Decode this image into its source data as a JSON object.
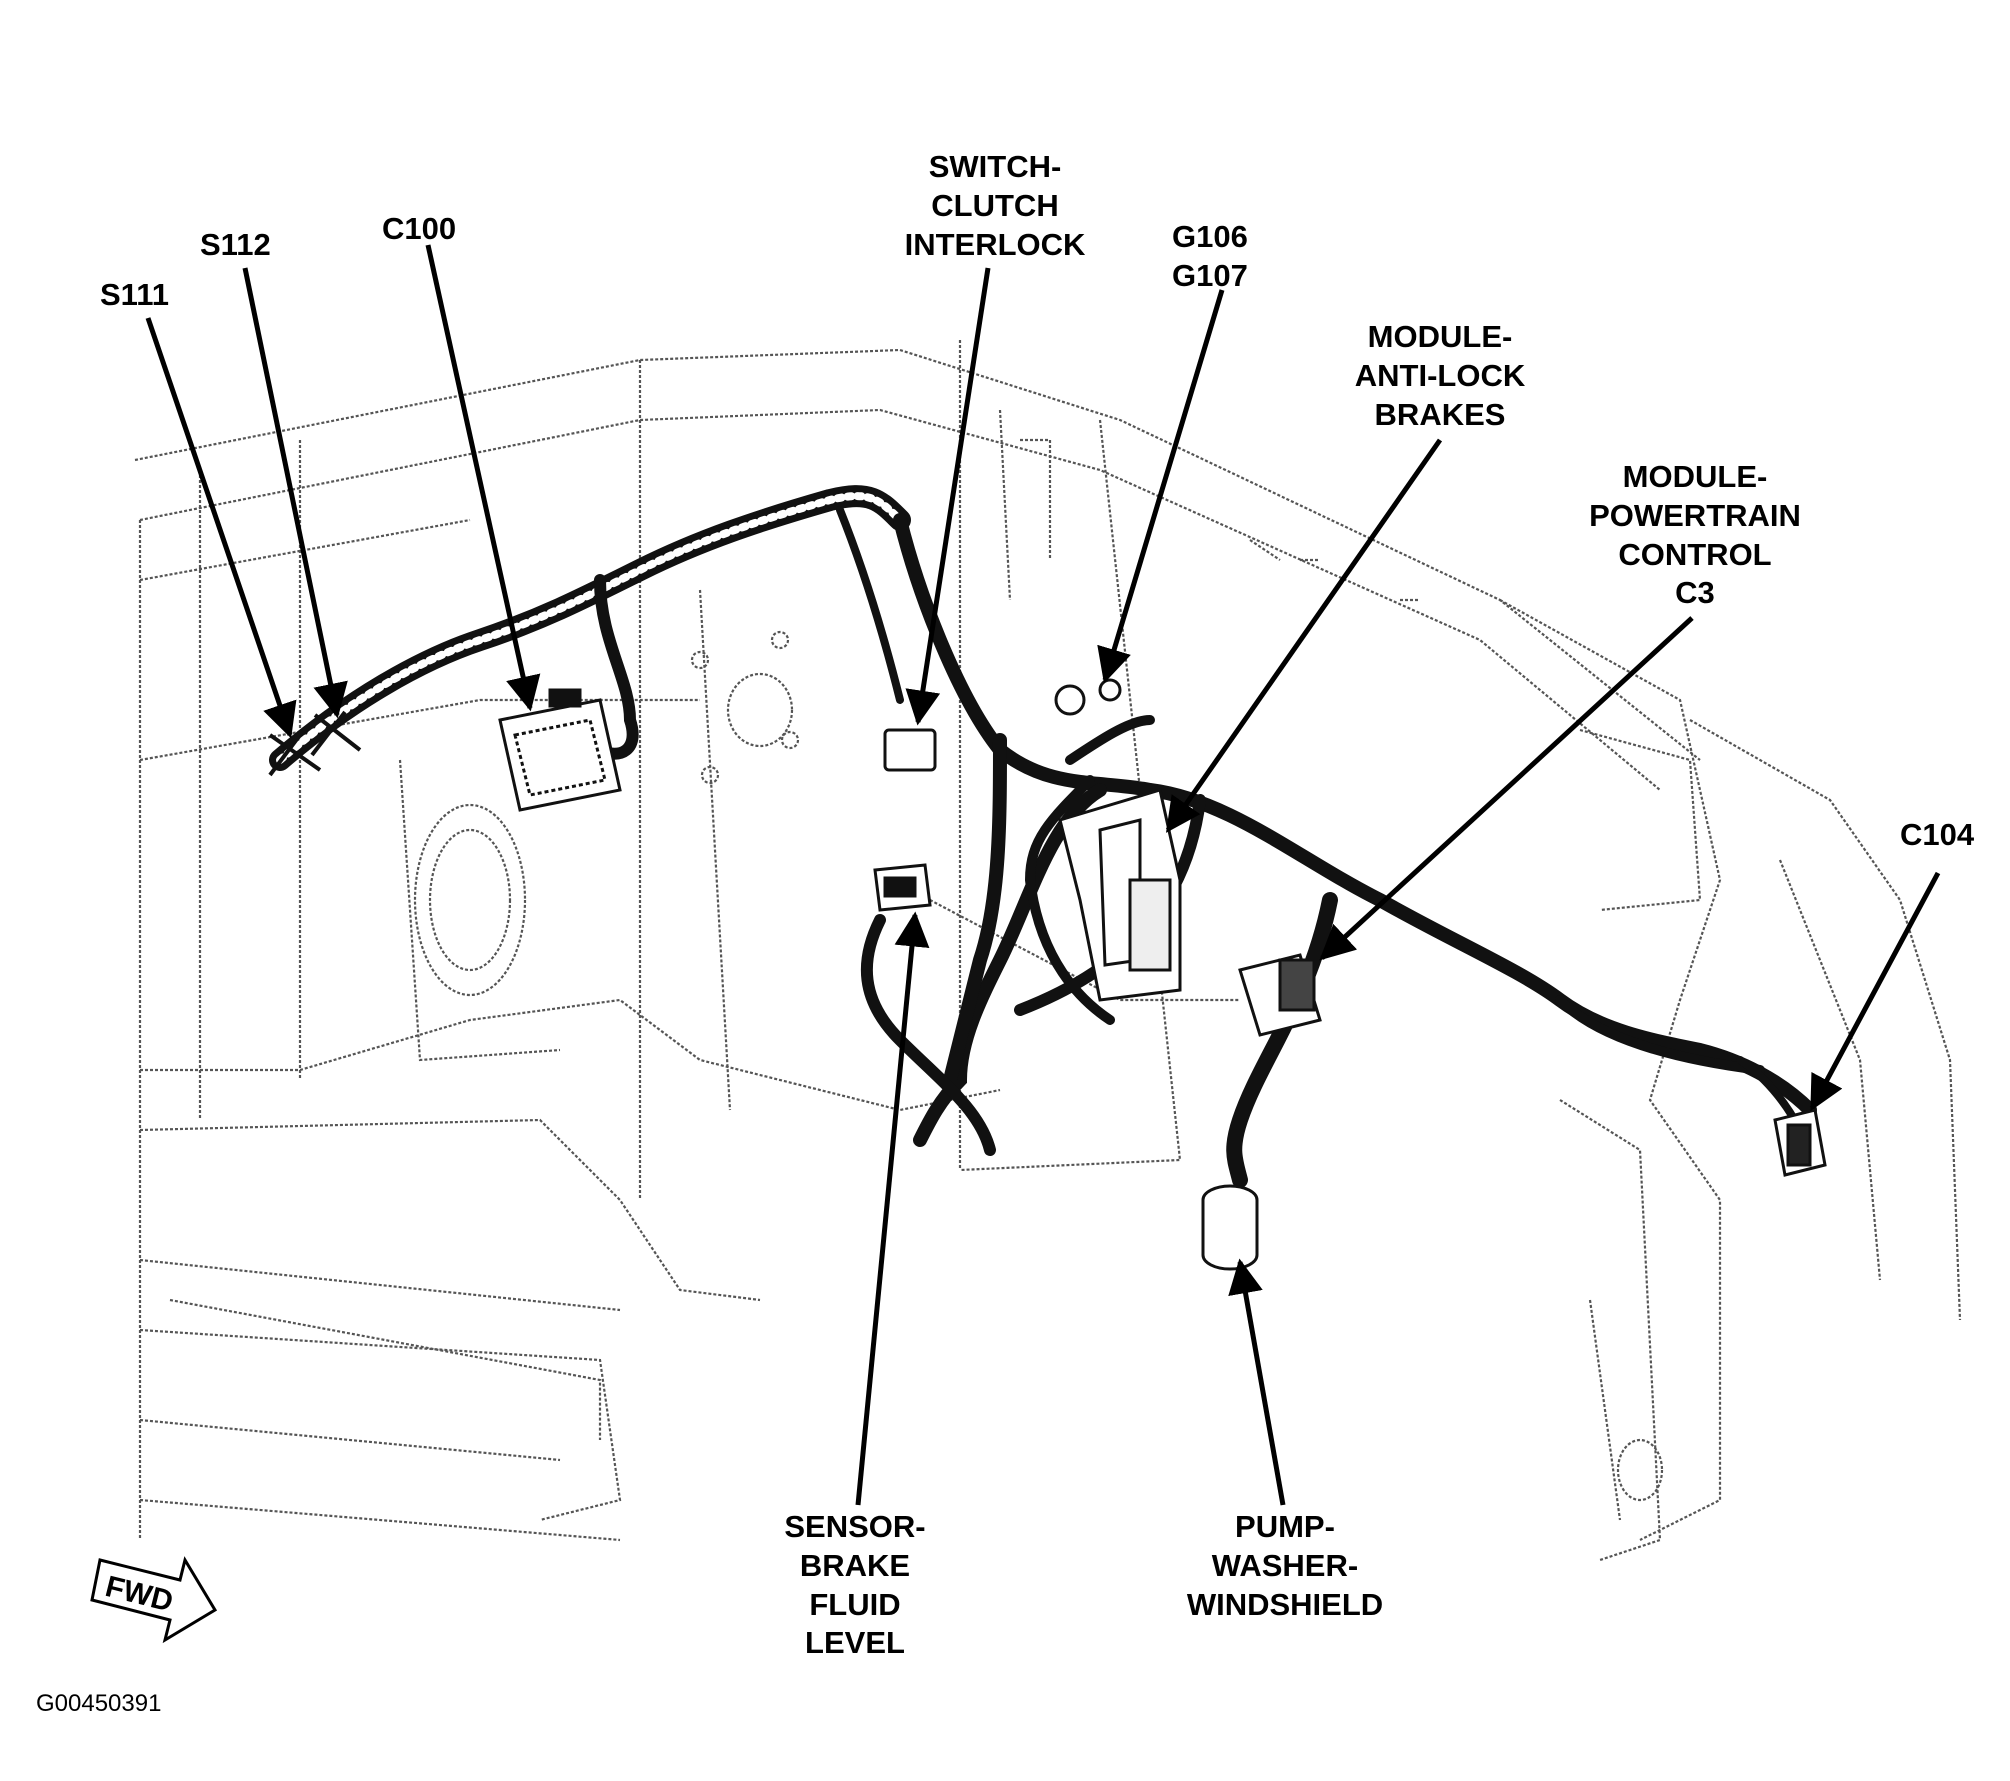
{
  "diagram": {
    "figure_id": "G00450391",
    "direction_arrow": "FWD",
    "labels": {
      "s111": "S111",
      "s112": "S112",
      "c100": "C100",
      "switch_clutch": [
        "SWITCH-",
        "CLUTCH",
        "INTERLOCK"
      ],
      "g106_g107": [
        "G106",
        "G107"
      ],
      "module_abs": [
        "MODULE-",
        "ANTI-LOCK",
        "BRAKES"
      ],
      "module_pcm": [
        "MODULE-",
        "POWERTRAIN",
        "CONTROL",
        "C3"
      ],
      "c104": "C104",
      "sensor_brake": [
        "SENSOR-",
        "BRAKE",
        "FLUID",
        "LEVEL"
      ],
      "pump_washer": [
        "PUMP-",
        "WASHER-",
        "WINDSHIELD"
      ]
    }
  }
}
